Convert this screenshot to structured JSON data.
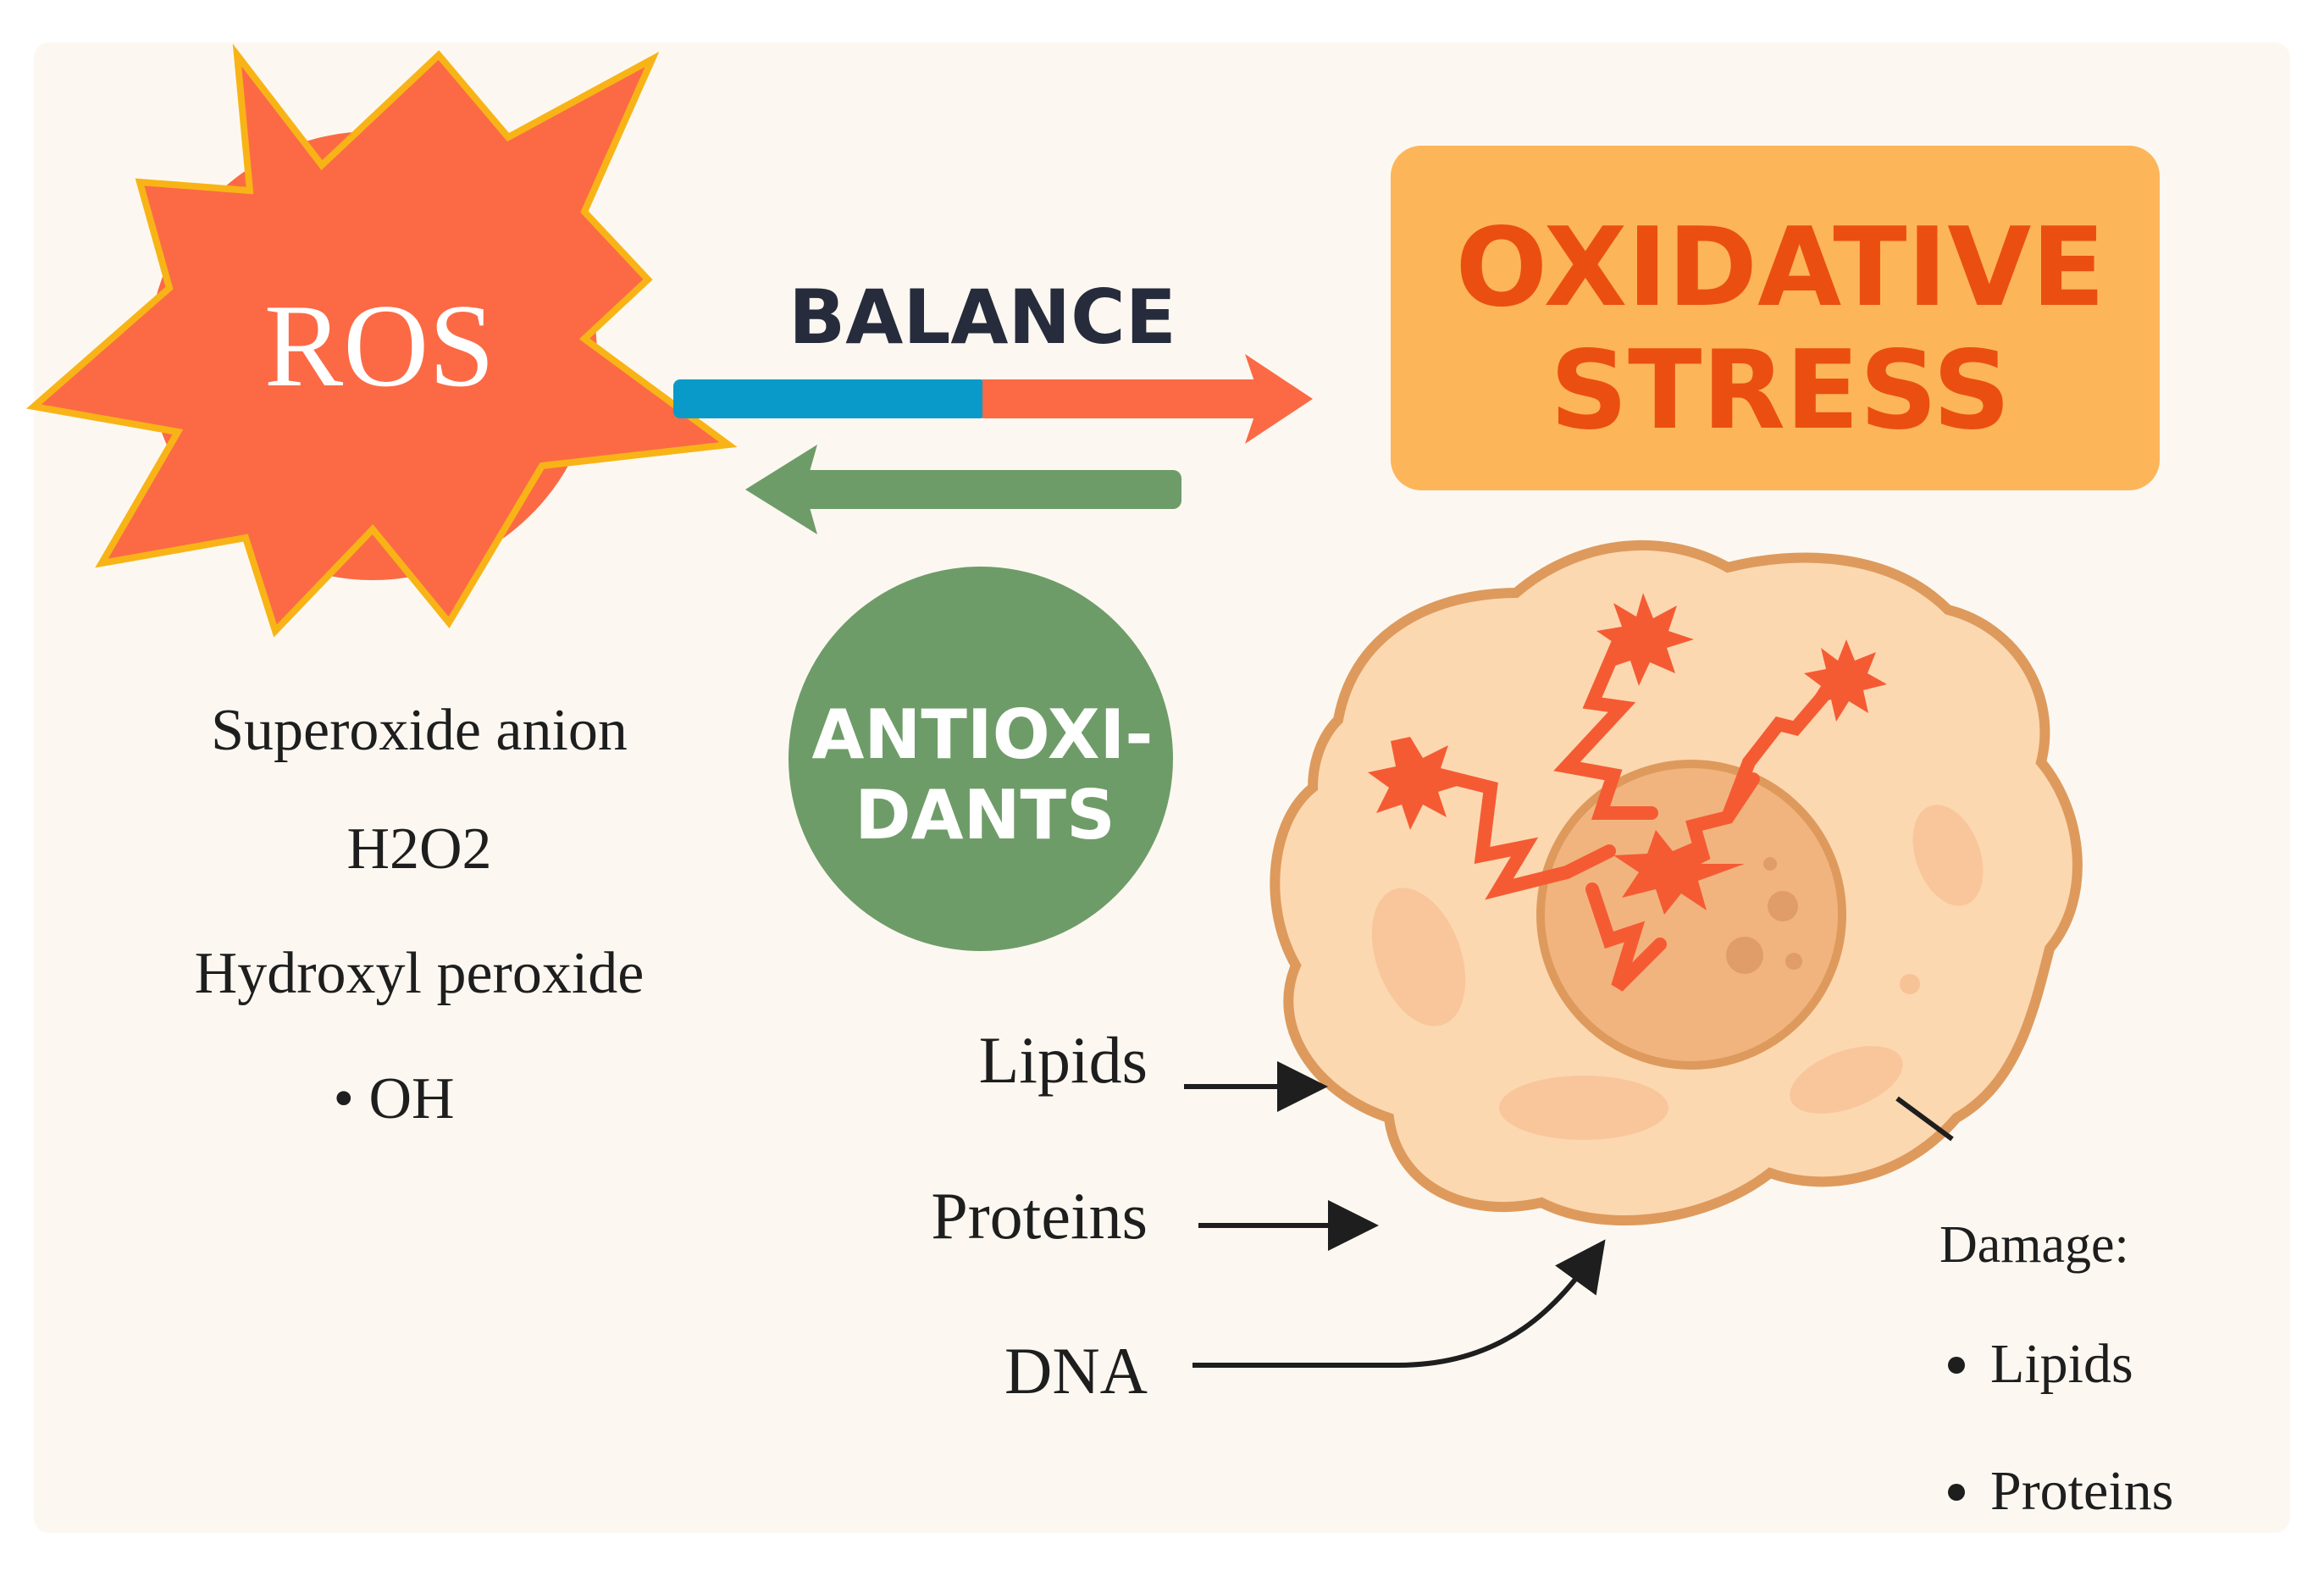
{
  "ros": {
    "label": "ROS",
    "species": [
      "Superoxide anion",
      "H2O2",
      "Hydroxyl peroxide",
      "• OH"
    ]
  },
  "balance": {
    "label": "BALANCE"
  },
  "oxidative_stress": {
    "line1": "OXIDATIVE",
    "line2": "STRESS"
  },
  "antioxidants": {
    "line1": "ANTIOXI-",
    "line2": "DANTS"
  },
  "targets": {
    "lipids": "Lipids",
    "proteins": "Proteins",
    "dna": "DNA"
  },
  "damage": {
    "title": "Damage:",
    "items": [
      "Lipids",
      "Proteins"
    ]
  },
  "colors": {
    "background": "#fcf8f1",
    "ros_fill": "#fb6a45",
    "ros_outline": "#f8b416",
    "balance_blue": "#0a9ac9",
    "balance_red": "#fb6a45",
    "antioxidant_green": "#6e9c68",
    "stress_box": "#fdb55a",
    "stress_text": "#ea4f11",
    "cell_fill": "#fcd8b1",
    "cell_outline": "#de9a5c",
    "nucleus_fill": "#f2b47e",
    "text_dark": "#1e1e1e",
    "balance_text": "#262c3c"
  }
}
